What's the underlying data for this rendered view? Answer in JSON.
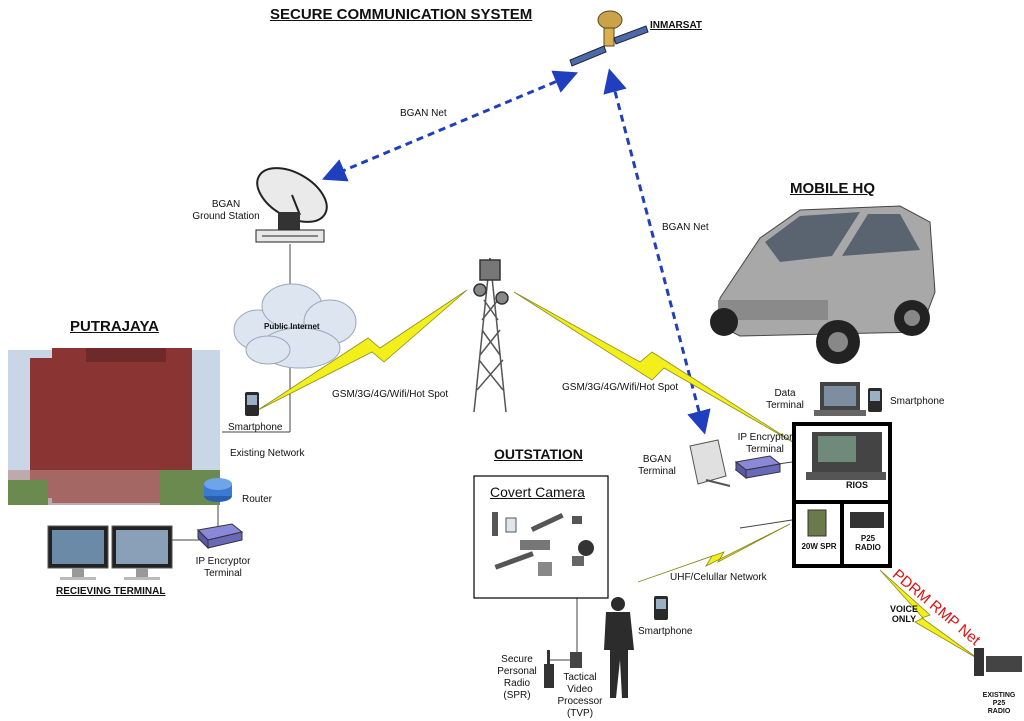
{
  "title": "SECURE COMMUNICATION SYSTEM",
  "nodes": {
    "inmarsat": "INMARSAT",
    "bgan_ground_station": [
      "BGAN",
      "Ground Station"
    ],
    "public_internet": "Public Internet",
    "putrajaya": "PUTRAJAYA",
    "smartphone_putrajaya": "Smartphone",
    "existing_network": "Existing Network",
    "router": "Router",
    "ip_encryptor_left": [
      "IP Encryptor",
      "Terminal"
    ],
    "receiving_terminal": "RECIEVING TERMINAL",
    "mobile_hq": "MOBILE HQ",
    "data_terminal": [
      "Data",
      "Terminal"
    ],
    "smartphone_hq": "Smartphone",
    "ip_encryptor_hq": [
      "IP Encryptor",
      "Terminal"
    ],
    "bgan_terminal": [
      "BGAN",
      "Terminal"
    ],
    "rios": "RIOS",
    "spr_20w": "20W SPR",
    "p25_radio_hq": [
      "P25",
      "RADIO"
    ],
    "outstation": "OUTSTATION",
    "covert_camera": "Covert Camera",
    "smartphone_outstation": "Smartphone",
    "secure_personal_radio": [
      "Secure",
      "Personal",
      "Radio",
      "(SPR)"
    ],
    "tactical_video_processor": [
      "Tactical",
      "Video",
      "Processor",
      "(TVP)"
    ],
    "existing_p25_radio": [
      "EXISTING",
      "P25",
      "RADIO"
    ]
  },
  "links": {
    "bgan_net_left": "BGAN Net",
    "bgan_net_right": "BGAN Net",
    "gsm_left": "GSM/3G/4G/Wifi/Hot Spot",
    "gsm_right": "GSM/3G/4G/Wifi/Hot Spot",
    "uhf": "UHF/Celullar Network",
    "pdrm_rmp_net": "PDRM RMP Net",
    "voice_only": [
      "VOICE",
      "ONLY"
    ]
  },
  "colors": {
    "bgan_link": "#1f3fbf",
    "wireless_link": "#f2ef1a",
    "pdrm_link": "#f2ef1a",
    "pdrm_text": "#e01010",
    "cloud": "#dde6f0",
    "building": "#8a3434"
  }
}
